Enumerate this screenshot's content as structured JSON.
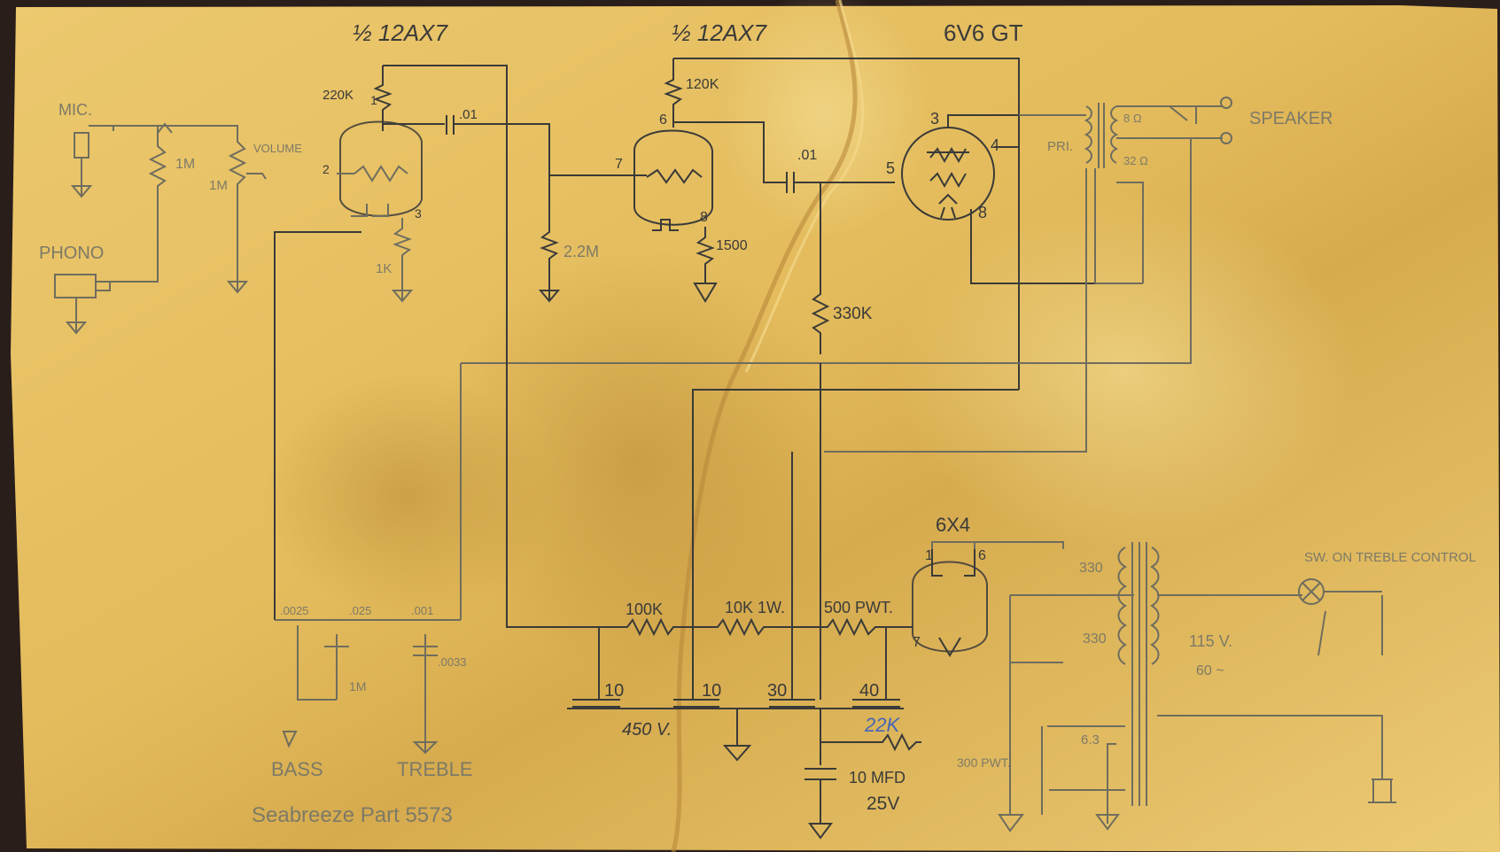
{
  "colors": {
    "paper": "#e8c46a",
    "paper_dark": "#caa04c",
    "ink": "#3a3a38",
    "ink_faint": "#7d7a66",
    "ink_blue": "#4466b8",
    "background": "#2a1e1a"
  },
  "tubes": {
    "v1": "½ 12AX7",
    "v2": "½ 12AX7",
    "v3": "6V6 GT",
    "rect": "6X4"
  },
  "inputs": {
    "mic": "MIC.",
    "phono": "PHONO",
    "volume": "VOLUME"
  },
  "components": {
    "r_1m_in": "1M",
    "r_1m_vol": "1M",
    "r_220k": "220K",
    "c_01a": ".01",
    "r_1k": "1K",
    "r_22m": "2.2M",
    "r_120k": "120K",
    "r_1500": "1500",
    "c_01b": ".01",
    "r_330k": "330K",
    "r_100k": "100K",
    "r_10k": "10K 1W.",
    "r_500": "500 PWT.",
    "cap_10a": "10",
    "cap_10b": "10",
    "cap_30": "30",
    "cap_40": "40",
    "cap_450": "450 V.",
    "r_22k": "22K",
    "cap_10mfd": "10 MFD",
    "cap_25v": "25V",
    "tone_c1": ".0025",
    "tone_c2": ".025",
    "tone_c3": ".001",
    "tone_c4": ".0033",
    "tone_pot": "1M",
    "pilot_pot": "300 PWT."
  },
  "pins": {
    "v1_top": "1",
    "v1_mid": "2",
    "v1_bot": "3",
    "v2_6": "6",
    "v2_7": "7",
    "v2_8": "8",
    "v3_3": "3",
    "v3_4": "4",
    "v3_5": "5",
    "v3_8": "8",
    "r_1": "1",
    "r_6": "6",
    "r_7": "7"
  },
  "transformers": {
    "output_pri": "PRI.",
    "output_8": "8 Ω",
    "output_32": "32 Ω",
    "speaker": "SPEAKER",
    "pt_330a": "330",
    "pt_330b": "330",
    "pt_115": "115 V.",
    "pt_60": "60 ~",
    "pt_63": "6.3"
  },
  "labels": {
    "switch": "SW. ON TREBLE CONTROL",
    "bass": "BASS",
    "treble": "TREBLE",
    "part": "Seabreeze Part 5573"
  }
}
